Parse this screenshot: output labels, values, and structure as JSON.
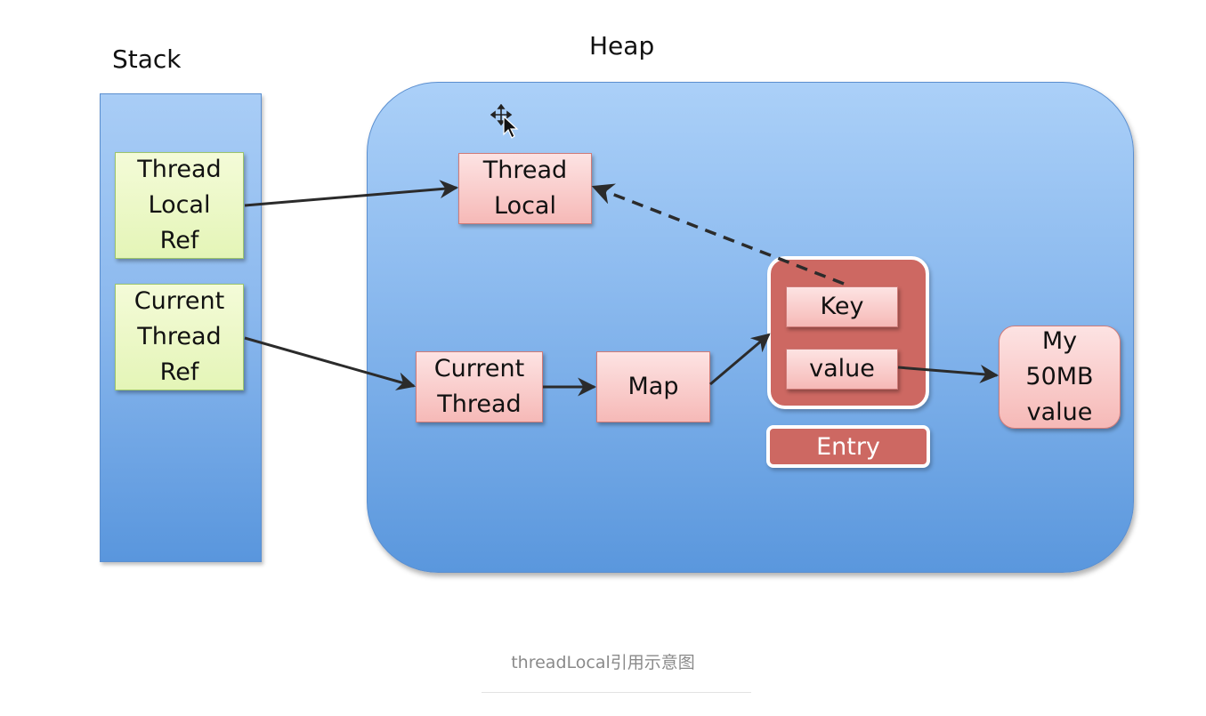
{
  "titles": {
    "stack": "Stack",
    "heap": "Heap"
  },
  "stack_items": {
    "thread_local_ref": "Thread\nLocal\nRef",
    "current_thread_ref": "Current\nThread\nRef"
  },
  "heap_items": {
    "thread_local": "Thread\nLocal",
    "current_thread": "Current\nThread",
    "map": "Map",
    "key": "Key",
    "value": "value",
    "entry": "Entry",
    "big_value": "My\n50MB\nvalue"
  },
  "caption": "threadLocal引用示意图",
  "colors": {
    "stack_fill": "#8cb9ee",
    "heap_fill": "#8dbbef",
    "ref_box_fill": "#e4f5b7",
    "object_box_fill": "#f6b9b7",
    "entry_fill": "#cd6862",
    "arrow": "#2b2b2b"
  },
  "icons": [
    "move-cursor-icon"
  ],
  "relations": [
    {
      "from": "thread_local_ref",
      "to": "thread_local",
      "style": "solid"
    },
    {
      "from": "current_thread_ref",
      "to": "current_thread",
      "style": "solid"
    },
    {
      "from": "current_thread",
      "to": "map",
      "style": "solid"
    },
    {
      "from": "map",
      "to": "entry",
      "style": "solid"
    },
    {
      "from": "value",
      "to": "big_value",
      "style": "solid"
    },
    {
      "from": "key",
      "to": "thread_local",
      "style": "dashed"
    }
  ]
}
